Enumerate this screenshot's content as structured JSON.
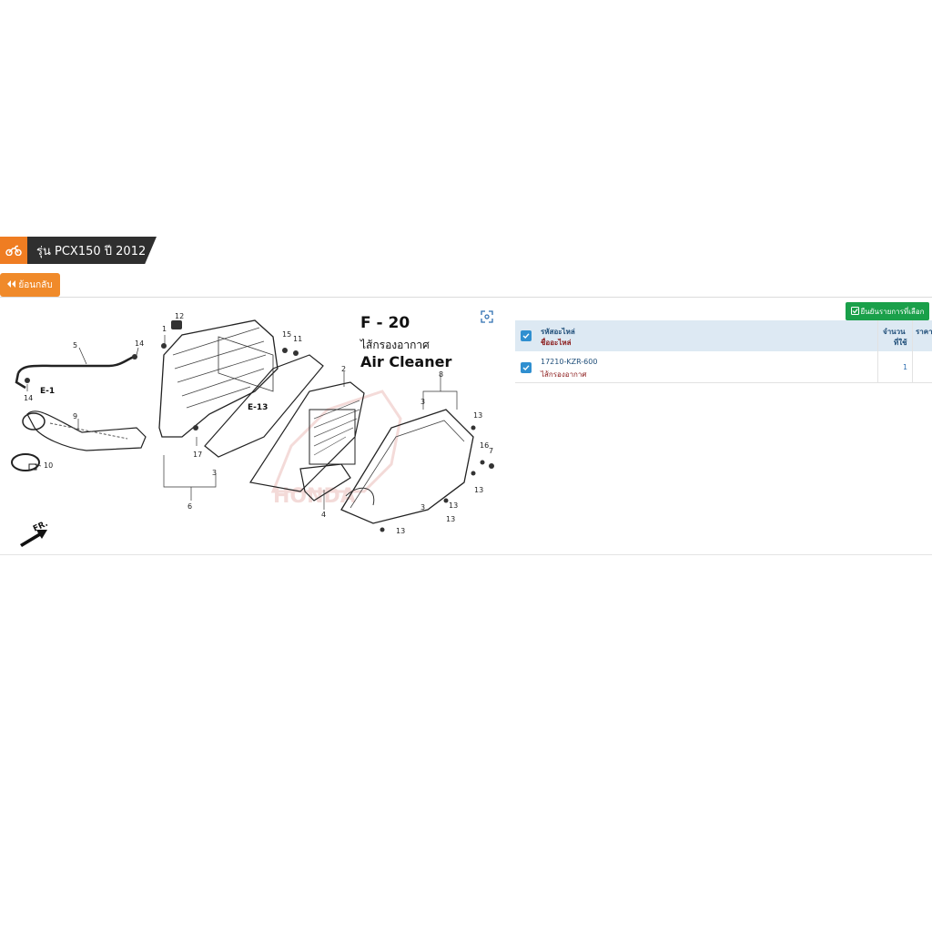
{
  "header": {
    "title": "รุ่น PCX150 ปี 2012",
    "icon": "motorcycle-icon",
    "accent_color": "#ef7d22",
    "title_bg_color": "#2f2f2f"
  },
  "back_button": {
    "label": "ย้อนกลับ",
    "icon": "double-chevron-left-icon",
    "color": "#f08a2a"
  },
  "diagram": {
    "code": "F - 20",
    "title_th": "ไส้กรองอากาศ",
    "title_en": "Air Cleaner",
    "callouts": [
      "1",
      "2",
      "3",
      "3",
      "3",
      "4",
      "5",
      "6",
      "7",
      "8",
      "9",
      "10",
      "11",
      "12",
      "13",
      "13",
      "13",
      "13",
      "13",
      "14",
      "14",
      "15",
      "16",
      "17"
    ],
    "refs": [
      "E-1",
      "E-13"
    ],
    "direction_label": "FR.",
    "watermark": "HONDA"
  },
  "confirm_button": {
    "label": "ยืนยันรายการที่เลือก",
    "icon": "check-square-icon",
    "color": "#1aa04a"
  },
  "table": {
    "header": {
      "part_code_label": "รหัสอะไหล่",
      "part_name_label": "ชื่ออะไหล่",
      "quantity_label_1": "จำนวน",
      "quantity_label_2": "ที่ใช้",
      "price_label": "ราคา"
    },
    "rows": [
      {
        "checked": true,
        "part_code": "17210-KZR-600",
        "part_name": "ไส้กรองอากาศ",
        "quantity": "1"
      }
    ]
  }
}
